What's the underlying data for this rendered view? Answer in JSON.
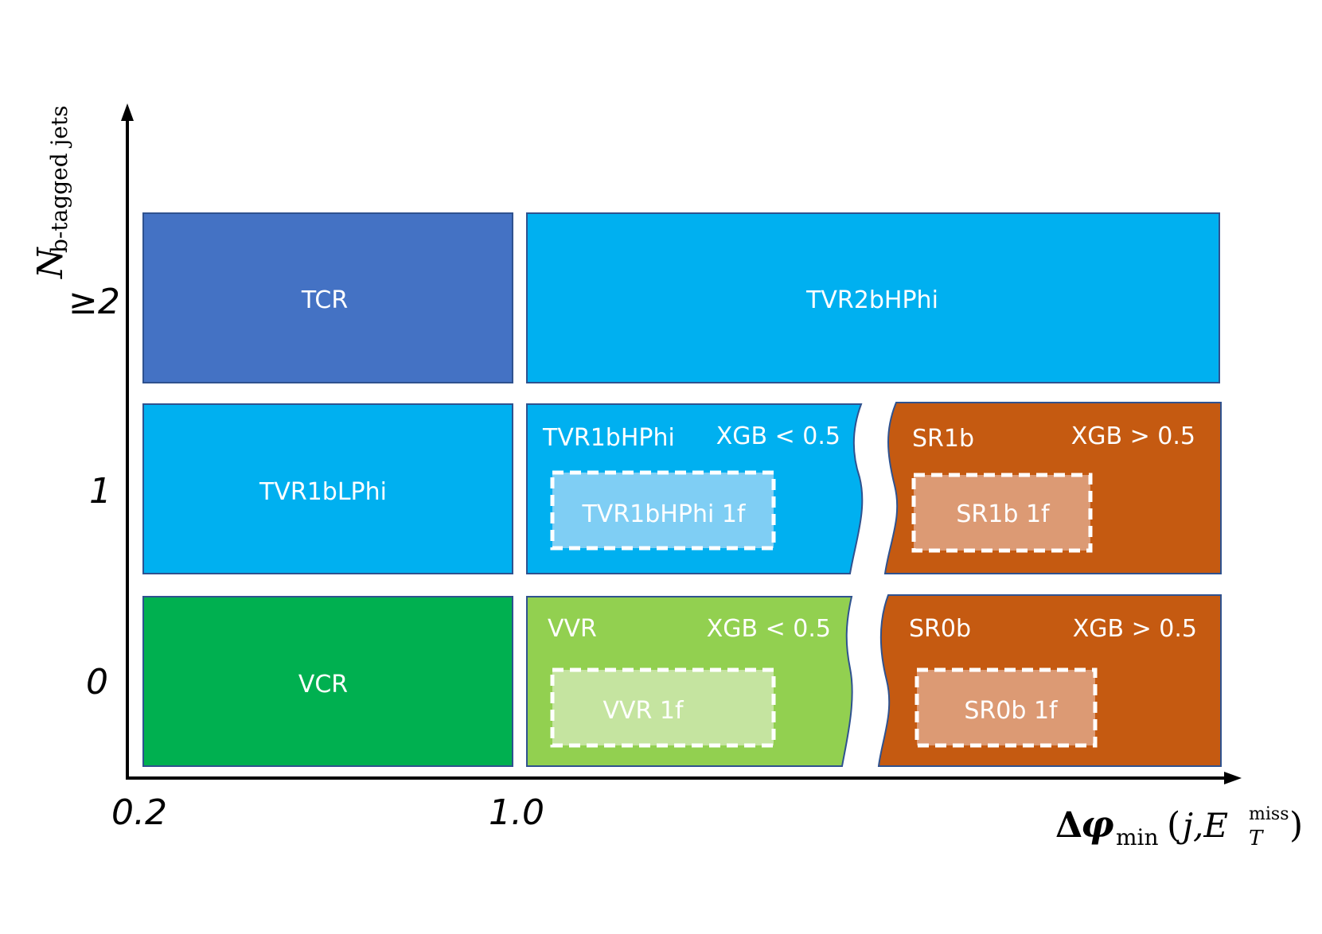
{
  "axes": {
    "y_label_main": "N",
    "y_label_sub": "b-tagged jets",
    "y_ticks": [
      "≥2",
      "1",
      "0"
    ],
    "x_ticks": [
      "0.2",
      "1.0"
    ],
    "x_label_delta": "Δ",
    "x_label_phi": "φ",
    "x_label_min": "min",
    "x_label_open": "(",
    "x_label_args": "j,E",
    "x_label_sup": "miss",
    "x_label_sub": "T",
    "x_label_close": ")"
  },
  "regions": {
    "tcr": "TCR",
    "tvr2bhphi": "TVR2bHPhi",
    "tvr1blphi": "TVR1bLPhi",
    "tvr1bhphi": "TVR1bHPhi",
    "tvr1bhphi_cut": "XGB < 0.5",
    "tvr1bhphi_1f": "TVR1bHPhi 1f",
    "sr1b": "SR1b",
    "sr1b_cut": "XGB > 0.5",
    "sr1b_1f": "SR1b 1f",
    "vcr": "VCR",
    "vvr": "VVR",
    "vvr_cut": "XGB < 0.5",
    "vvr_1f": "VVR 1f",
    "sr0b": "SR0b",
    "sr0b_cut": "XGB > 0.5",
    "sr0b_1f": "SR0b 1f"
  },
  "colors": {
    "tcr": "#4472C4",
    "cyan": "#00B0F0",
    "cyan_light": "#7FCEF4",
    "orange": "#C55A11",
    "orange_light": "#DC9A74",
    "green": "#00B050",
    "lime": "#92D050",
    "lime_light": "#C5E4A0"
  }
}
